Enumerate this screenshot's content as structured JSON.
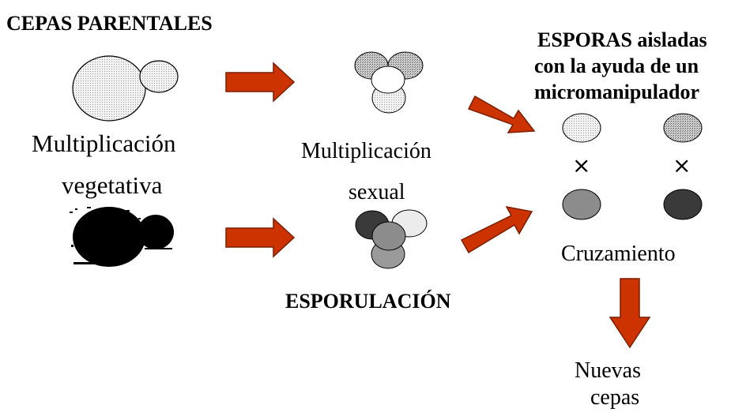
{
  "labels": {
    "parent_strains": "CEPAS PARENTALES",
    "spores_line1": "ESPORAS aisladas",
    "spores_line2": "con  la ayuda de un",
    "spores_line3": "micromanipulador",
    "vegetative_line1": "Multiplicación",
    "vegetative_line2": "vegetativa",
    "sexual_line1": "Multiplicación",
    "sexual_line2": "sexual",
    "sporulation": "ESPORULACIÓN",
    "crossing": "Cruzamiento",
    "new_strains_line1": "Nuevas",
    "new_strains_line2": "cepas",
    "cross_symbol": "×"
  },
  "colors": {
    "arrow_fill": "#cc3300",
    "arrow_stroke": "#7a1e00",
    "light_stipple": "#e6e6e6",
    "medium_stipple": "#bdbdbd",
    "medium_gray": "#8c8c8c",
    "dark_gray": "#3a3a3a",
    "black": "#000000"
  }
}
